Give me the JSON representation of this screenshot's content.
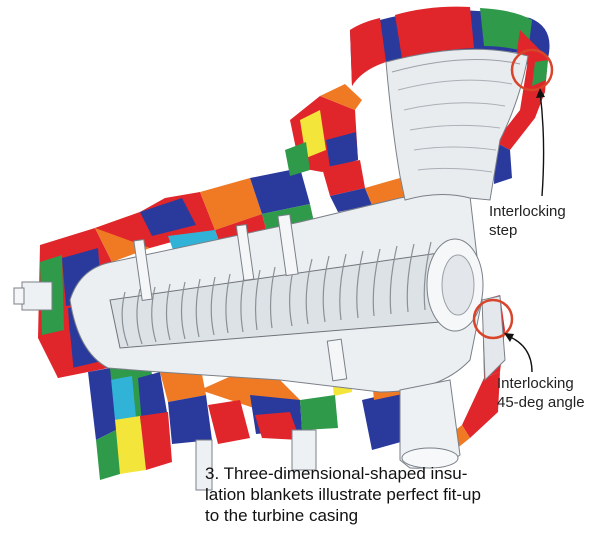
{
  "callouts": {
    "interlocking_step": [
      "Interlocking",
      "step"
    ],
    "interlocking_angle": [
      "Interlocking",
      "45-deg angle"
    ]
  },
  "caption": [
    "3. Three-dimensional-shaped insu-",
    "lation blankets illustrate perfect fit-up",
    "to the turbine casing"
  ],
  "colors": {
    "red": "#e0262b",
    "blue": "#2a3a9c",
    "green": "#2f9a4a",
    "orange": "#f07a24",
    "yellow": "#f3e53a",
    "cyan": "#31b3d8",
    "casing": "#e9ecef",
    "highlight_circle": "#d8452b"
  }
}
